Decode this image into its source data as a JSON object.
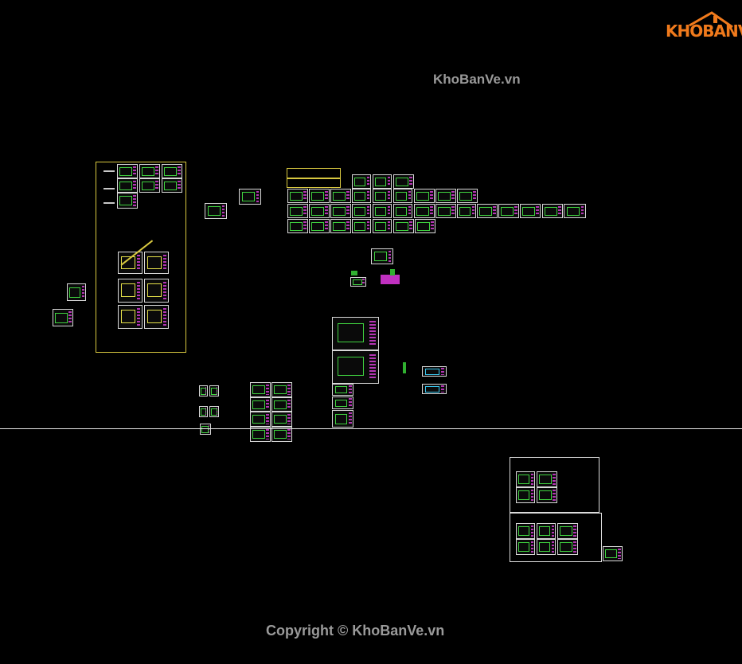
{
  "logo": {
    "text_part1": "KHO",
    "text_part2": "BANVE",
    "brand_color": "#f07a1c",
    "icon": "house-roof-icon"
  },
  "watermark_top": "KhoBanVe.vn",
  "copyright": "Copyright © KhoBanVe.vn",
  "colors": {
    "background": "#000000",
    "frame_yellow": "#d8c840",
    "frame_white": "#dcdcdc",
    "linework_green": "#3fd23f",
    "linework_magenta": "#e040e0"
  }
}
